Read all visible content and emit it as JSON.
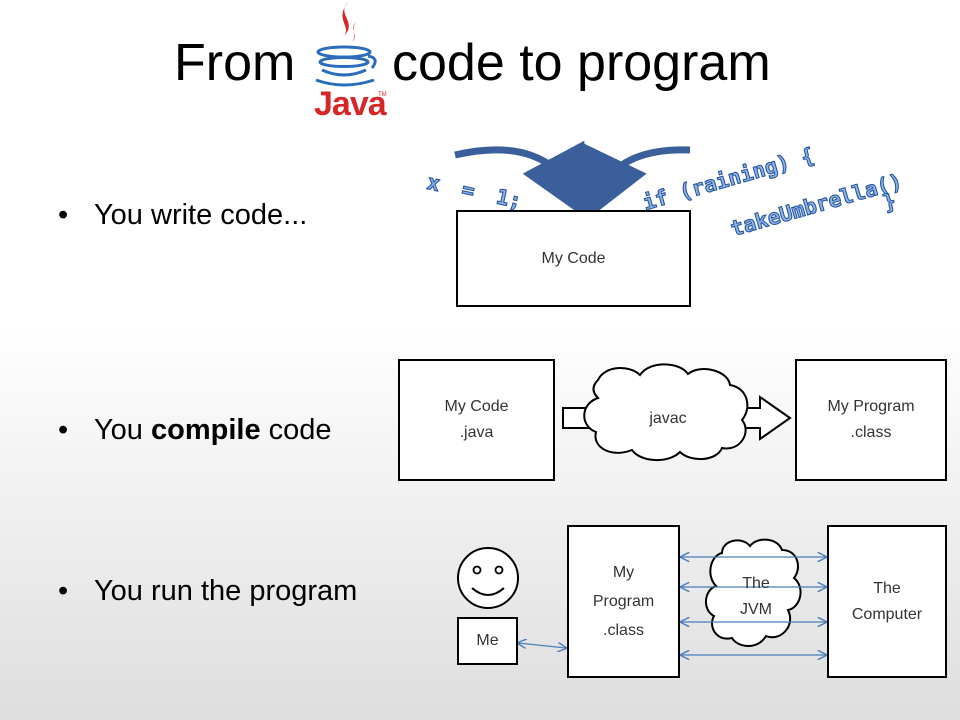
{
  "title": {
    "part1": "From",
    "part2": "code to program"
  },
  "logo": {
    "text": "Java",
    "tm": "TM"
  },
  "bullets": [
    {
      "prefix": "You write code...",
      "bold": "",
      "suffix": ""
    },
    {
      "prefix": "You ",
      "bold": "compile",
      "suffix": " code"
    },
    {
      "prefix": "You run the program",
      "bold": "",
      "suffix": ""
    }
  ],
  "row1": {
    "box": "My Code",
    "code_left": "x = 1;",
    "code_right": [
      "if (raining) {",
      "takeUmbrella()",
      "}"
    ]
  },
  "row2": {
    "source_line1": "My Code",
    "source_line2": ".java",
    "compiler": "javac",
    "target_line1": "My Program",
    "target_line2": ".class"
  },
  "row3": {
    "me": "Me",
    "program_line1": "My",
    "program_line2": "Program",
    "program_line3": ".class",
    "jvm_line1": "The",
    "jvm_line2": "JVM",
    "computer_line1": "The",
    "computer_line2": "Computer"
  },
  "colors": {
    "arrow_blue": "#3a5f9a",
    "code_fill": "#8eb4e3",
    "code_stroke": "#1f4e9c",
    "java_red": "#d62728",
    "link_blue": "#4a7ebb"
  }
}
